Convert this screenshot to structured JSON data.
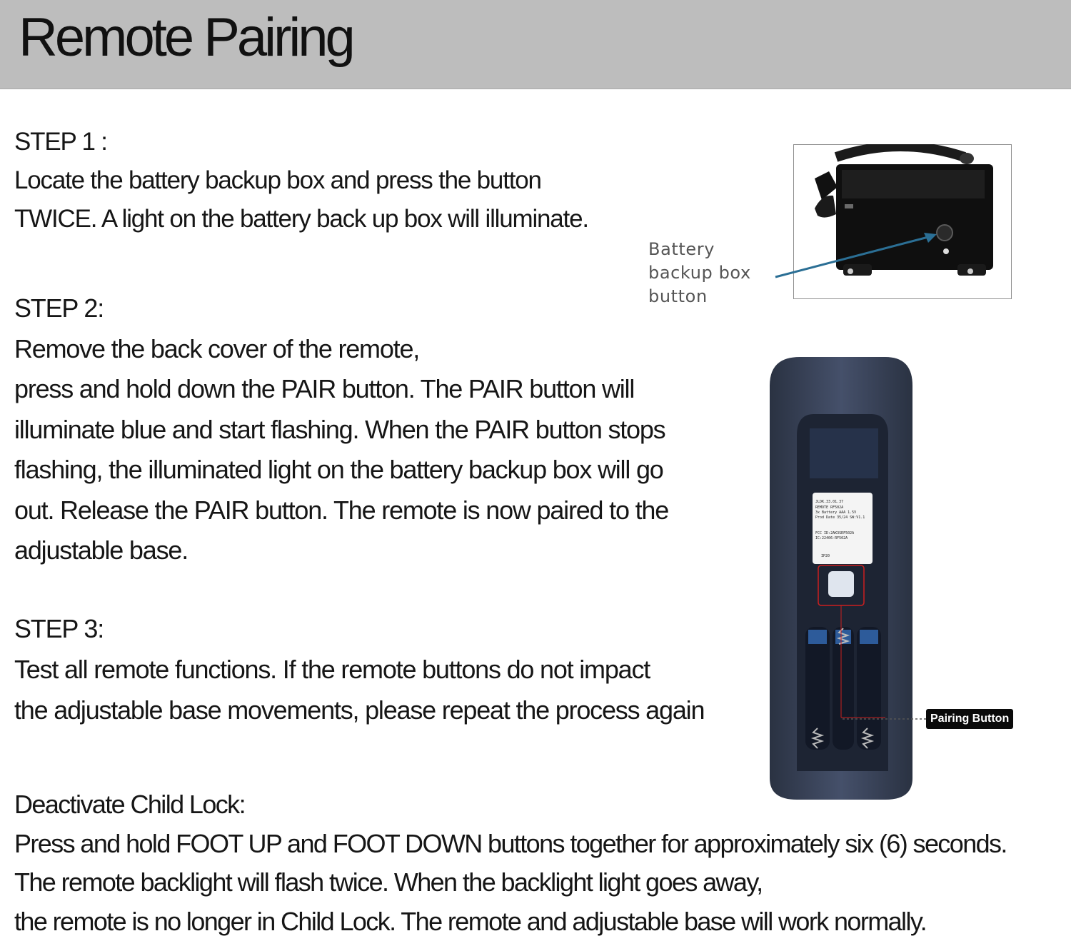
{
  "header": {
    "title": "Remote Pairing"
  },
  "step1": {
    "heading": "STEP 1 :",
    "lines": [
      "Locate the battery backup box and press the button",
      "TWICE. A light  on the battery back up box will  illuminate."
    ]
  },
  "step2": {
    "heading": "STEP 2:",
    "lines": [
      "Remove the back cover of the remote,",
      "press and hold down the PAIR button. The PAIR button will",
      "illuminate blue and start flashing. When the PAIR button stops",
      "flashing, the illuminated light on the battery backup box will go",
      "out. Release the PAIR button. The remote is now paired to the",
      "adjustable base."
    ]
  },
  "step3": {
    "heading": "STEP 3:",
    "lines": [
      "Test all remote functions. If the remote buttons do not impact",
      "the adjustable base movements, please repeat the process again"
    ]
  },
  "child_lock": {
    "heading": "Deactivate Child Lock:",
    "lines": [
      "Press and hold FOOT UP and FOOT DOWN buttons together for approximately six (6) seconds.",
      "The remote backlight will flash twice. When the backlight light goes away,",
      "the remote is no longer in Child Lock. The remote and adjustable base will work normally."
    ]
  },
  "battery_image": {
    "label_lines": [
      "Battery",
      "backup box",
      "button"
    ]
  },
  "remote_image": {
    "pairing_label": "Pairing Button",
    "sticker_lines": [
      "JLDK.33.01.37",
      "REMOTE  RF502A",
      "3x Battery AAA 1.5V",
      "Prod Date 35/24   SW:V1.1",
      "FCC ID:2AK3SRF502A",
      "IC:22406-RF502A",
      "IP20"
    ]
  },
  "colors": {
    "header_bg": "#bdbdbd",
    "remote_body": "#3a4356",
    "arrow": "#2b6f95",
    "highlight": "#cc1f1f"
  }
}
